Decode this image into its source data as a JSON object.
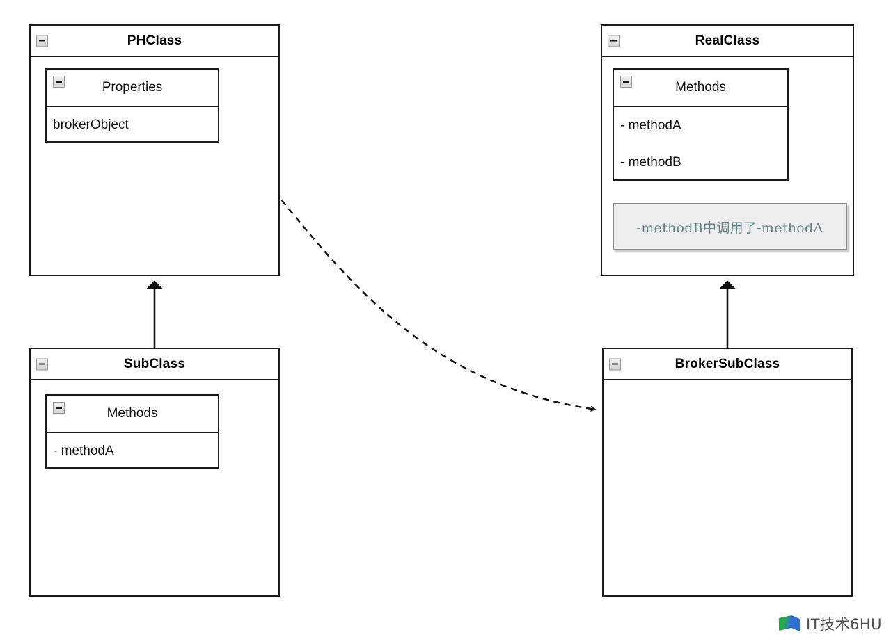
{
  "diagram": {
    "type": "uml-class-diagram",
    "background": "#ffffff",
    "line_color": "#1a1a1a"
  },
  "classes": [
    {
      "id": "phclass",
      "name": "PHClass",
      "collapse_icon": "minus-icon",
      "compartments": [
        {
          "title": "Properties",
          "collapse_icon": "minus-icon",
          "rows": [
            "brokerObject"
          ]
        }
      ],
      "note": null
    },
    {
      "id": "realclass",
      "name": "RealClass",
      "collapse_icon": "minus-icon",
      "compartments": [
        {
          "title": "Methods",
          "collapse_icon": "minus-icon",
          "rows": [
            "- methodA",
            "- methodB"
          ]
        }
      ],
      "note": {
        "text": "-methodB中调用了-methodA",
        "text_color": "#5f8285",
        "background": "#eeeeee",
        "border_color": "#8d8d8d"
      }
    },
    {
      "id": "subclass",
      "name": "SubClass",
      "collapse_icon": "minus-icon",
      "compartments": [
        {
          "title": "Methods",
          "collapse_icon": "minus-icon",
          "rows": [
            "- methodA"
          ]
        }
      ],
      "note": null
    },
    {
      "id": "brokersubclass",
      "name": "BrokerSubClass",
      "collapse_icon": "minus-icon",
      "compartments": [],
      "note": null
    }
  ],
  "connectors": [
    {
      "id": "subclass-to-phclass",
      "kind": "generalization",
      "style": "solid",
      "arrowhead": "filled-triangle",
      "from": "subclass",
      "to": "phclass",
      "label": ""
    },
    {
      "id": "brokersubclass-to-realclass",
      "kind": "generalization",
      "style": "solid",
      "arrowhead": "filled-triangle",
      "from": "brokersubclass",
      "to": "realclass",
      "label": ""
    },
    {
      "id": "brokerobject-to-brokersubclass",
      "kind": "dependency",
      "style": "dashed",
      "arrowhead": "open-arrow",
      "from": "phclass.brokerObject",
      "to": "brokersubclass",
      "label": ""
    }
  ],
  "watermark": {
    "text": "IT技术6HU",
    "logo_icon": "book-logo-icon",
    "logo_colors": [
      "#21a03c",
      "#2f6fd0"
    ]
  }
}
